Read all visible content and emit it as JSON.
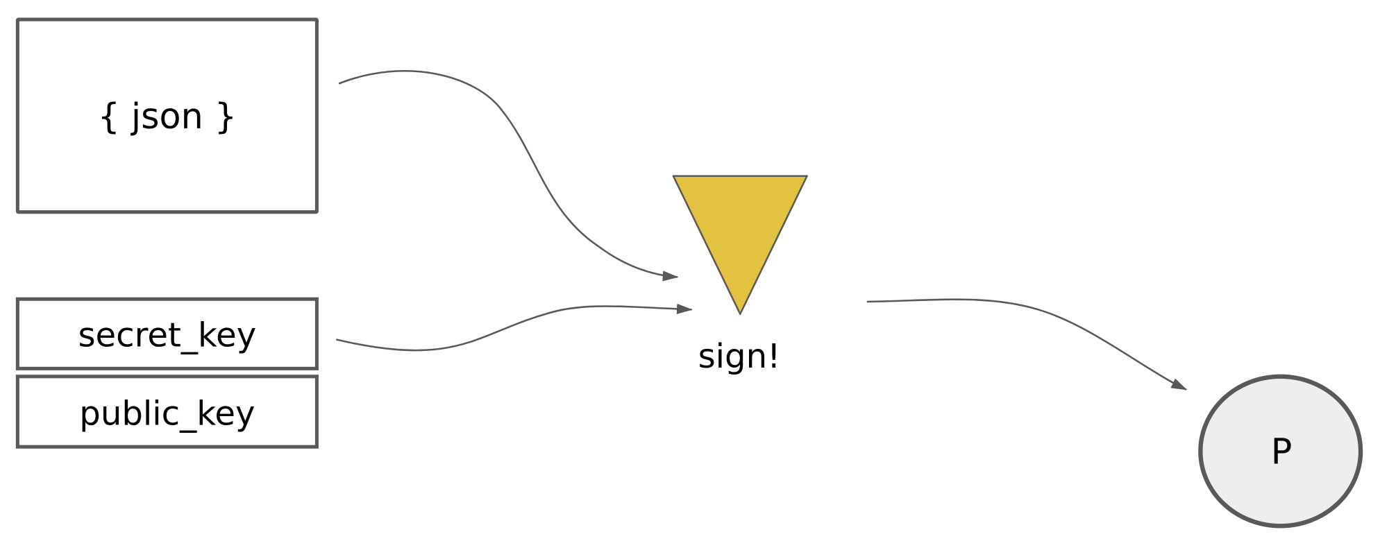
{
  "nodes": {
    "json": {
      "label": "{ json }"
    },
    "secret_key": {
      "label": "secret_key"
    },
    "public_key": {
      "label": "public_key"
    },
    "sign": {
      "label": "sign!"
    },
    "result": {
      "label": "P"
    }
  },
  "colors": {
    "stroke": "#595959",
    "triangle_fill": "#E3C242",
    "circle_fill": "#EEEEEE"
  }
}
